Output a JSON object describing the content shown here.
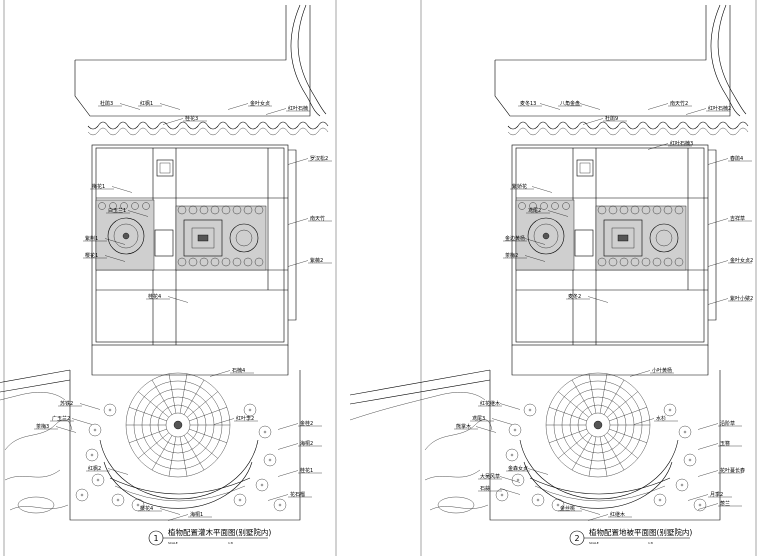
{
  "plans": [
    {
      "id": "plan-1",
      "number": "1",
      "title": "植物配置灌木平面图(别墅院内)",
      "scale_left": "SCALE",
      "scale_right": "1:8",
      "labels": [
        "杜鹃3",
        "红枫1",
        "桂花3",
        "金叶女贞",
        "红叶石楠",
        "罗汉松2",
        "梅花1",
        "白玉兰1",
        "南天竹",
        "紫荆1",
        "樱花1",
        "紫薇2",
        "桂花4",
        "石楠4",
        "红叶李2",
        "苏铁2",
        "广玉兰2",
        "茶梅3",
        "樱花4",
        "海桐1",
        "花石榴",
        "桂花1",
        "红枫2",
        "海桐2",
        "金桂2"
      ]
    },
    {
      "id": "plan-2",
      "number": "2",
      "title": "植物配置地被平面图(别墅院内)",
      "scale_left": "SCALE",
      "scale_right": "1:8",
      "labels": [
        "麦冬13",
        "八角金盘",
        "杜鹃9",
        "南天竹2",
        "红叶石楠2",
        "春鹃4",
        "紫娇花",
        "鸢尾2",
        "吉祥草",
        "金边黄杨",
        "茶梅2",
        "金叶女贞2",
        "麦冬2",
        "小叶黄杨",
        "水杉",
        "红花继木",
        "鸢尾3",
        "熊掌木",
        "金丝桃",
        "红继木",
        "月季2",
        "花叶蔓长春",
        "金森女贞",
        "玉簪",
        "沿阶草",
        "大吴风草",
        "石蒜",
        "葱兰",
        "红叶石楠3",
        "紫叶小檗2"
      ]
    }
  ]
}
